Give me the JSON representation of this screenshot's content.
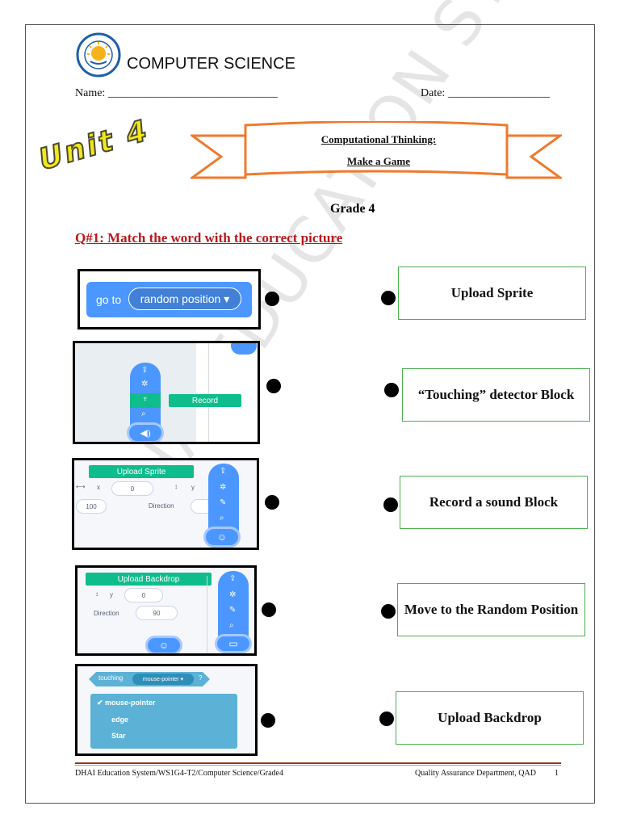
{
  "header": {
    "title": "COMPUTER SCIENCE",
    "name_label": "Name: ______________________________",
    "date_label": "Date: __________________"
  },
  "unit_banner": {
    "unit_text": "Unit 4",
    "line1": "Computational Thinking:",
    "line2": "Make a Game",
    "ribbon_color": "#ef7a2f"
  },
  "grade": "Grade 4",
  "question": "Q#1: Match the word with the correct picture",
  "question_color": "#b8191c",
  "watermark": "HAI EDUCATION SYSTEM",
  "pictures": {
    "p1": {
      "label": "go to",
      "dropdown": "random position ▾"
    },
    "p2": {
      "tooltip": "Record"
    },
    "p3": {
      "tooltip": "Upload Sprite",
      "x_value": "0",
      "x_label": "x",
      "y_label": "y",
      "size_value": "100",
      "direction_label": "Direction"
    },
    "p4": {
      "tooltip": "Upload Backdrop",
      "y_label": "y",
      "y_value": "0",
      "direction_label": "Direction",
      "direction_value": "90"
    },
    "p5": {
      "block_label": "touching",
      "block_value": "mouse-pointer ▾",
      "block_end": "?",
      "options": [
        "✔  mouse-pointer",
        "edge",
        "Star"
      ]
    }
  },
  "words": [
    "Upload Sprite",
    "“Touching” detector Block",
    "Record a sound Block",
    "Move to the Random Position",
    "Upload Backdrop"
  ],
  "footer": {
    "left": "DHAI Education System/WS1G4-T2/Computer Science/Grade4",
    "right": "Quality Assurance Department, QAD",
    "page": "1"
  }
}
